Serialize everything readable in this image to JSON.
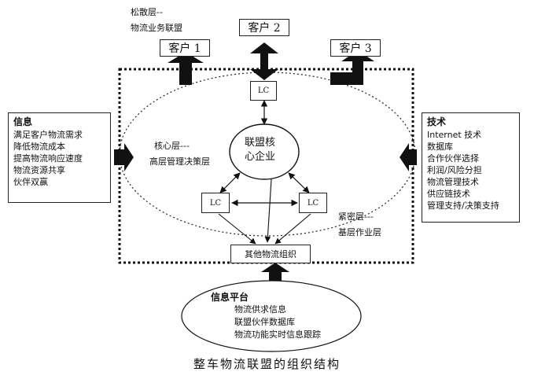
{
  "loose_layer": {
    "title": "松散层--",
    "subtitle": "物流业务联盟"
  },
  "customers": [
    "客户 1",
    "客户 2",
    "客户 3"
  ],
  "lc_label": "LC",
  "core": {
    "layer": "核心层---",
    "layer_desc": "高层管理决策层",
    "center_line1": "联盟核",
    "center_line2": "心企业"
  },
  "tight_layer": {
    "title": "紧密层---",
    "desc": "基层作业层"
  },
  "other_org": "其他物流组织",
  "info_panel": {
    "heading": "信息",
    "items": [
      "满足客户物流需求",
      "降低物流成本",
      "提高物流响应速度",
      "物流资源共享",
      "伙伴双赢"
    ]
  },
  "tech_panel": {
    "heading": "技术",
    "items": [
      "Internet 技术",
      "数据库",
      "合作伙伴选择",
      "利润/风险分担",
      "物流管理技术",
      "供应链技术",
      "管理支持/决策支持"
    ]
  },
  "info_platform": {
    "heading": "信息平台",
    "items": [
      "物流供求信息",
      "联盟伙伴数据库",
      "物流功能实时信息跟踪"
    ]
  },
  "caption": "整车物流联盟的组织结构"
}
